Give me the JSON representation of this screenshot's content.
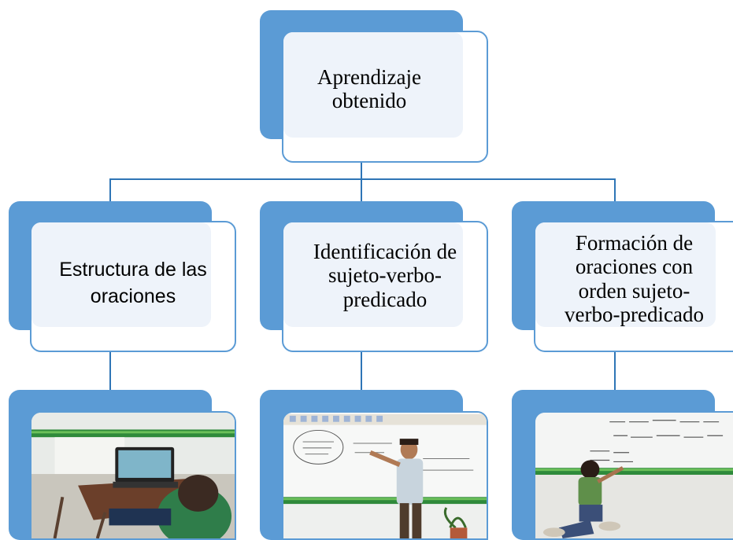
{
  "colors": {
    "accent": "#5b9bd5",
    "tint": "#eef3fa",
    "connector": "#2e75b6"
  },
  "root": {
    "label": "Aprendizaje obtenido"
  },
  "children": [
    {
      "label": "Estructura de las oraciones",
      "photo_icon": "student-laptop-photo"
    },
    {
      "label": "Identificación de sujeto-verbo-predicado",
      "photo_icon": "teacher-whiteboard-photo"
    },
    {
      "label": "Formación de oraciones con orden sujeto-verbo-predicado",
      "photo_icon": "student-writing-photo"
    }
  ]
}
